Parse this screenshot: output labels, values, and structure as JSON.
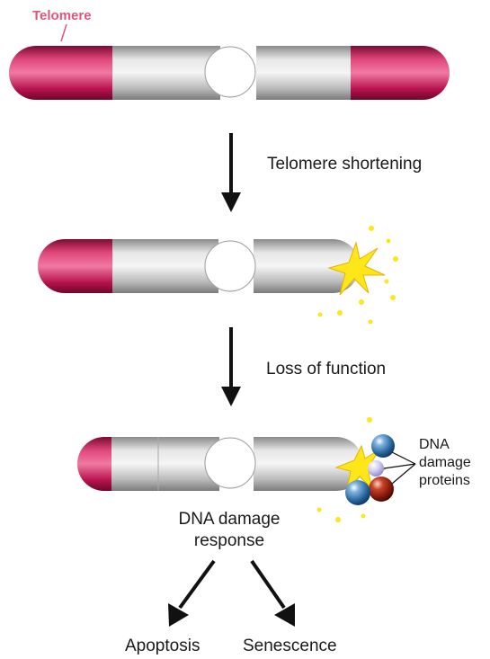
{
  "labels": {
    "telomere": "Telomere",
    "step1": "Telomere shortening",
    "step2": "Loss of function",
    "dna_proteins_line1": "DNA",
    "dna_proteins_line2": "damage",
    "dna_proteins_line3": "proteins",
    "response_line1": "DNA damage",
    "response_line2": "response",
    "outcome_left": "Apoptosis",
    "outcome_right": "Senescence"
  },
  "colors": {
    "telomere": "#c8124f",
    "chromatid": "#bdbdbd",
    "damage_burst": "#ffe619",
    "arrow": "#111111",
    "protein_blue": "#2f6fa5",
    "protein_red": "#8a1c10",
    "protein_lavender": "#c9c6f0"
  },
  "stages": [
    {
      "telomere_state": "full",
      "damage": false
    },
    {
      "telomere_state": "shortened",
      "damage": true
    },
    {
      "telomere_state": "lost",
      "damage": true,
      "proteins_bound": true
    }
  ]
}
